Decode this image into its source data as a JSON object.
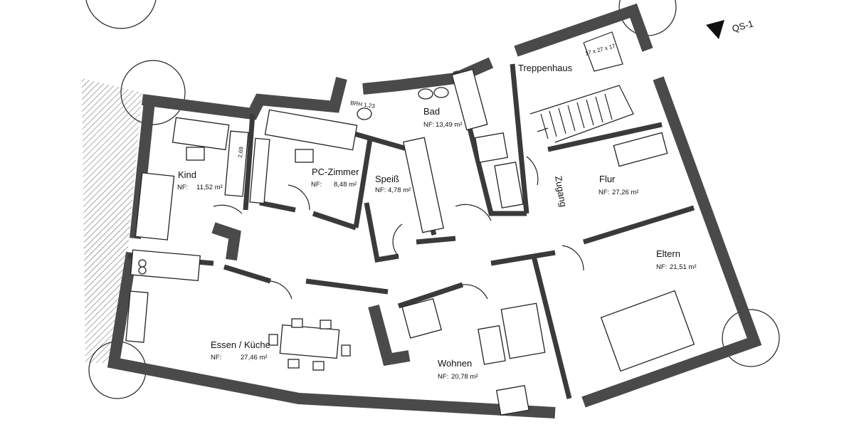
{
  "section_marker": "QS-1",
  "rooms": [
    {
      "name": "Kind",
      "area": "11,52 m²"
    },
    {
      "name": "PC-Zimmer",
      "area": "8,48 m²"
    },
    {
      "name": "Speiß",
      "area": "4,78 m²"
    },
    {
      "name": "Bad",
      "area": "13,49 m²"
    },
    {
      "name": "Treppenhaus",
      "area": ""
    },
    {
      "name": "Flur",
      "area": "27,26 m²"
    },
    {
      "name": "Eltern",
      "area": "21,51 m²"
    },
    {
      "name": "Essen / Küche",
      "area": "27,46 m²"
    },
    {
      "name": "Wohnen",
      "area": "20,78 m²"
    }
  ],
  "nf_label": "NF:",
  "annotations": {
    "brh": "BRH 1,23",
    "dimension": "2,69",
    "entrance": "Zugang",
    "stair_spec": "17 x 27 x 17"
  },
  "wall_color": "#4a4a4a"
}
